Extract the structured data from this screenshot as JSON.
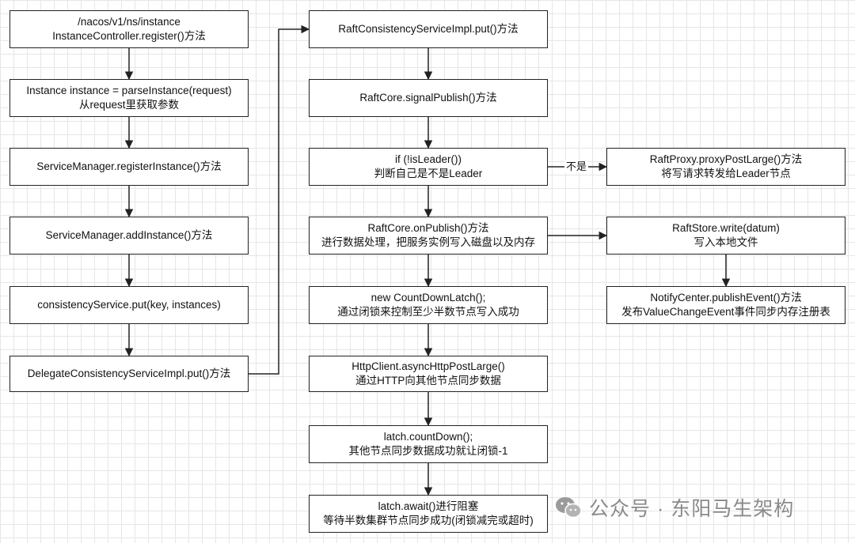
{
  "nodes": [
    {
      "id": "n1",
      "lines": [
        "/nacos/v1/ns/instance",
        "InstanceController.register()方法"
      ]
    },
    {
      "id": "n2",
      "lines": [
        "Instance instance = parseInstance(request)",
        "从request里获取参数"
      ]
    },
    {
      "id": "n3",
      "lines": [
        "ServiceManager.registerInstance()方法"
      ]
    },
    {
      "id": "n4",
      "lines": [
        "ServiceManager.addInstance()方法"
      ]
    },
    {
      "id": "n5",
      "lines": [
        "consistencyService.put(key, instances)"
      ]
    },
    {
      "id": "n6",
      "lines": [
        "DelegateConsistencyServiceImpl.put()方法"
      ]
    },
    {
      "id": "n7",
      "lines": [
        "RaftConsistencyServiceImpl.put()方法"
      ]
    },
    {
      "id": "n8",
      "lines": [
        "RaftCore.signalPublish()方法"
      ]
    },
    {
      "id": "n9",
      "lines": [
        "if (!isLeader())",
        "判断自己是不是Leader"
      ]
    },
    {
      "id": "n10",
      "lines": [
        "RaftCore.onPublish()方法",
        "进行数据处理，把服务实例写入磁盘以及内存"
      ]
    },
    {
      "id": "n11",
      "lines": [
        "new CountDownLatch();",
        "通过闭锁来控制至少半数节点写入成功"
      ]
    },
    {
      "id": "n12",
      "lines": [
        "HttpClient.asyncHttpPostLarge()",
        "通过HTTP向其他节点同步数据"
      ]
    },
    {
      "id": "n13",
      "lines": [
        "latch.countDown();",
        "其他节点同步数据成功就让闭锁-1"
      ]
    },
    {
      "id": "n14",
      "lines": [
        "latch.await()进行阻塞",
        "等待半数集群节点同步成功(闭锁减完或超时)"
      ]
    },
    {
      "id": "n15",
      "lines": [
        "RaftProxy.proxyPostLarge()方法",
        "将写请求转发给Leader节点"
      ]
    },
    {
      "id": "n16",
      "lines": [
        "RaftStore.write(datum)",
        "写入本地文件"
      ]
    },
    {
      "id": "n17",
      "lines": [
        "NotifyCenter.publishEvent()方法",
        "发布ValueChangeEvent事件同步内存注册表"
      ]
    }
  ],
  "edges": [
    {
      "from": "n1",
      "to": "n2"
    },
    {
      "from": "n2",
      "to": "n3"
    },
    {
      "from": "n3",
      "to": "n4"
    },
    {
      "from": "n4",
      "to": "n5"
    },
    {
      "from": "n5",
      "to": "n6"
    },
    {
      "from": "n6",
      "to": "n7"
    },
    {
      "from": "n7",
      "to": "n8"
    },
    {
      "from": "n8",
      "to": "n9"
    },
    {
      "from": "n9",
      "to": "n15",
      "label": "不是"
    },
    {
      "from": "n9",
      "to": "n10"
    },
    {
      "from": "n10",
      "to": "n16"
    },
    {
      "from": "n16",
      "to": "n17"
    },
    {
      "from": "n10",
      "to": "n11"
    },
    {
      "from": "n11",
      "to": "n12"
    },
    {
      "from": "n12",
      "to": "n13"
    },
    {
      "from": "n13",
      "to": "n14"
    }
  ],
  "watermark": {
    "text": "公众号 · 东阳马生架构",
    "icon": "wechat-icon"
  }
}
